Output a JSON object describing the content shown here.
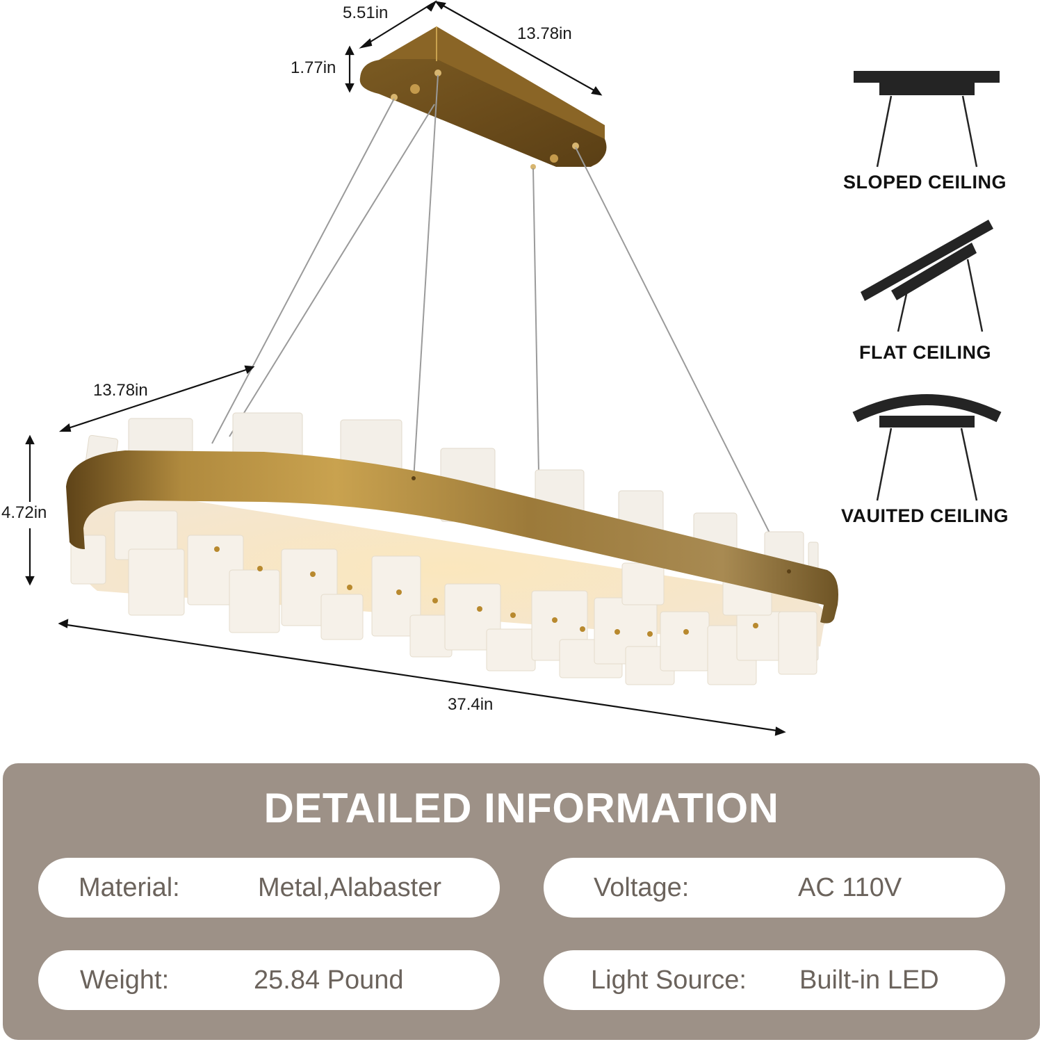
{
  "product": {
    "type": "oval alabaster chandelier",
    "colors": {
      "brass": "#a27a34",
      "brass_dark": "#5e4318",
      "alabaster": "#f4efe6",
      "glow": "#f6d9a0",
      "panel_bg": "#9d9187",
      "pill_text": "#6b635c"
    }
  },
  "dimensions": {
    "canopy_width": "5.51in",
    "canopy_length": "13.78in",
    "canopy_height": "1.77in",
    "body_width": "13.78in",
    "body_height": "4.72in",
    "body_length": "37.4in"
  },
  "ceiling_types": [
    {
      "label": "SLOPED CEILING",
      "icon": "sloped-ceiling-icon"
    },
    {
      "label": "FLAT CEILING",
      "icon": "flat-ceiling-icon"
    },
    {
      "label": "VAUITED CEILING",
      "icon": "vaulted-ceiling-icon"
    }
  ],
  "details": {
    "title": "DETAILED INFORMATION",
    "specs": [
      {
        "key": "Material:",
        "value": "Metal,Alabaster"
      },
      {
        "key": "Voltage:",
        "value": "AC 110V"
      },
      {
        "key": "Weight:",
        "value": "25.84 Pound"
      },
      {
        "key": "Light Source:",
        "value": "Built-in LED"
      }
    ]
  }
}
